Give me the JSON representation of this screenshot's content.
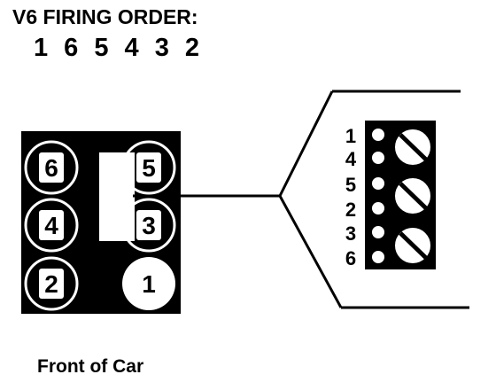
{
  "title": "V6 FIRING ORDER:",
  "firing_order": "1 6 5 4 3 2",
  "footer": "Front of Car",
  "engine_block": {
    "cylinders": [
      {
        "label": "6",
        "row": 0,
        "col": 0,
        "highlight": false
      },
      {
        "label": "5",
        "row": 0,
        "col": 1,
        "highlight": false
      },
      {
        "label": "4",
        "row": 1,
        "col": 0,
        "highlight": false
      },
      {
        "label": "3",
        "row": 1,
        "col": 1,
        "highlight": false
      },
      {
        "label": "2",
        "row": 2,
        "col": 0,
        "highlight": false
      },
      {
        "label": "1",
        "row": 2,
        "col": 1,
        "highlight": true
      }
    ]
  },
  "coil_pack": {
    "terminals": [
      "1",
      "4",
      "5",
      "2",
      "3",
      "6"
    ]
  },
  "colors": {
    "ink": "#000000",
    "paper": "#ffffff"
  }
}
